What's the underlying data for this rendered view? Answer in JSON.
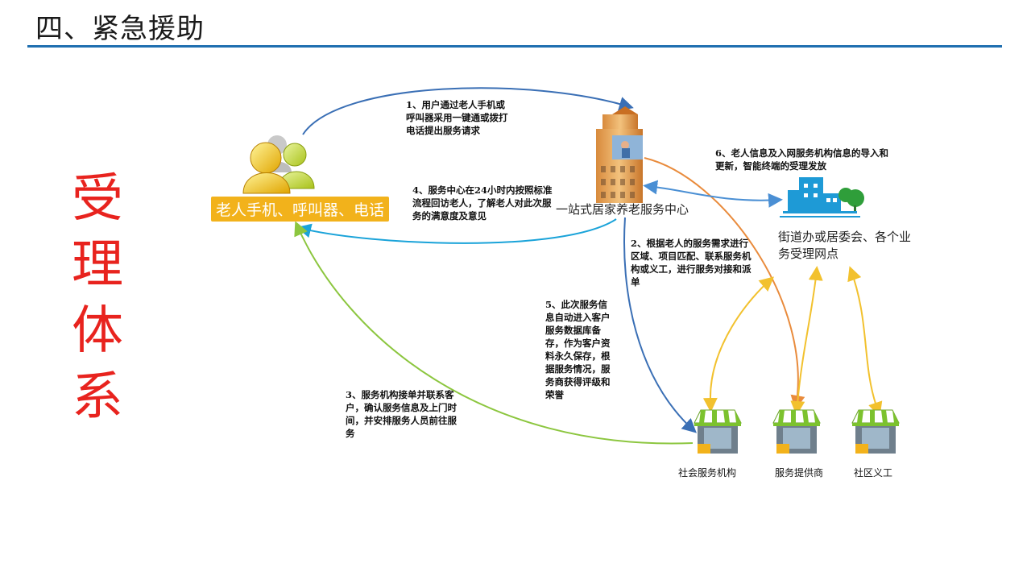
{
  "header": {
    "title": "四、紧急援助"
  },
  "side_label": "受理体系",
  "nodes": {
    "user_devices": "老人手机、呼叫器、电话",
    "center": "一站式居家养老服务中心",
    "street_office": "街道办或居委会、各个业务受理网点",
    "social_org": "社会服务机构",
    "provider": "服务提供商",
    "volunteer": "社区义工"
  },
  "steps": {
    "s1": "1、用户通过老人手机或呼叫器采用一键通或拨打电话提出服务请求",
    "s2": "2、根据老人的服务需求进行区域、项目匹配、联系服务机构或义工，进行服务对接和派单",
    "s3": "3、服务机构接单并联系客户，确认服务信息及上门时间，并安排服务人员前往服务",
    "s4": "4、服务中心在24小时内按照标准流程回访老人，了解老人对此次服务的满意度及意见",
    "s5": "5、此次服务信息自动进入客户服务数据库备存，作为客户资料永久保存，根据服务情况，服务商获得评级和荣誉",
    "s6": "6、老人信息及入网服务机构信息的导入和更新，智能终端的受理发放"
  },
  "colors": {
    "rule": "#1f6fb0",
    "side_label": "#e8231e",
    "arrow_request": "#3a6fb5",
    "arrow_callback": "#1aa3d9",
    "arrow_dispatch": "#3a6fb5",
    "arrow_confirm": "#8cc63f",
    "arrow_data": "#e98b3c",
    "arrow_sync": "#4a8fd4",
    "arrow_network": "#f2c12e",
    "badge": "#f2b21b"
  },
  "icons": {
    "user_devices": "people-icon",
    "center": "office-tower-icon",
    "street_office": "city-icon",
    "social_org": "storefront-icon",
    "provider": "storefront-icon",
    "volunteer": "storefront-icon"
  }
}
